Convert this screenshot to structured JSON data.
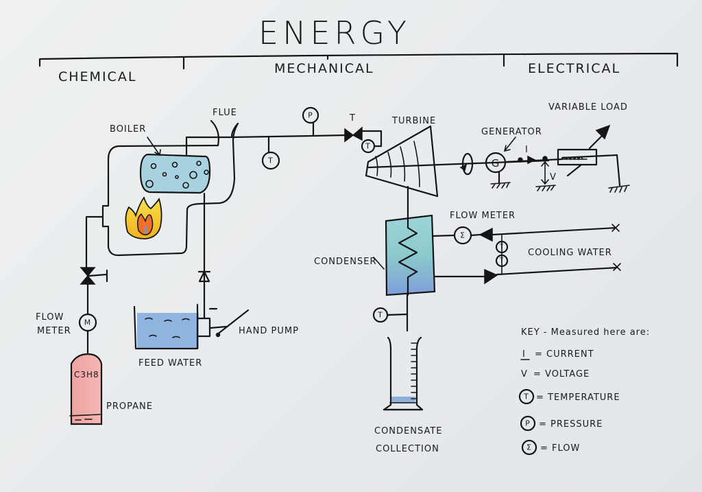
{
  "title": "ENERGY",
  "sections": [
    {
      "label": "CHEMICAL"
    },
    {
      "label": "MECHANICAL"
    },
    {
      "label": "ELECTRICAL"
    }
  ],
  "components": {
    "boiler": "BOILER",
    "flue": "FLUE",
    "turbine": "TURBINE",
    "turbine_valve_label": "T",
    "generator": "GENERATOR",
    "generator_symbol": "G",
    "current_marker": "I",
    "voltage_marker": "V",
    "variable_load": "VARIABLE LOAD",
    "flow_meter_top": "FLOW METER",
    "cooling_water": "COOLING WATER",
    "condenser": "CONDENSER",
    "condensate_line1": "CONDENSATE",
    "condensate_line2": "COLLECTION",
    "flow_meter_left_line1": "FLOW",
    "flow_meter_left_line2": "METER",
    "flow_meter_symbol": "M",
    "propane_formula": "C3H8",
    "propane": "PROPANE",
    "feed_water": "FEED WATER",
    "hand_pump": "HAND PUMP"
  },
  "gauges": {
    "pressure": "P",
    "temperature": "T",
    "flow": "Σ"
  },
  "key": {
    "heading": "KEY - Measured here are:",
    "items": [
      {
        "symbol": "I",
        "meaning": "= CURRENT"
      },
      {
        "symbol": "V",
        "meaning": "= VOLTAGE"
      },
      {
        "symbol": "T",
        "meaning": "= TEMPERATURE"
      },
      {
        "symbol": "P",
        "meaning": "= PRESSURE"
      },
      {
        "symbol": "Σ",
        "meaning": "= FLOW"
      }
    ]
  },
  "colors": {
    "paper": "#eceef0",
    "ink": "#151515",
    "boiler_water": "#a9d2e0",
    "condenser_top": "#8fd0d6",
    "condenser_bottom": "#7f9fd6",
    "feed_water": "#8fb4e0",
    "propane_tank": "#f0a8a8",
    "flame_outer": "#f7d23a",
    "flame_inner": "#f07028",
    "flame_core": "#5aa6c8"
  }
}
